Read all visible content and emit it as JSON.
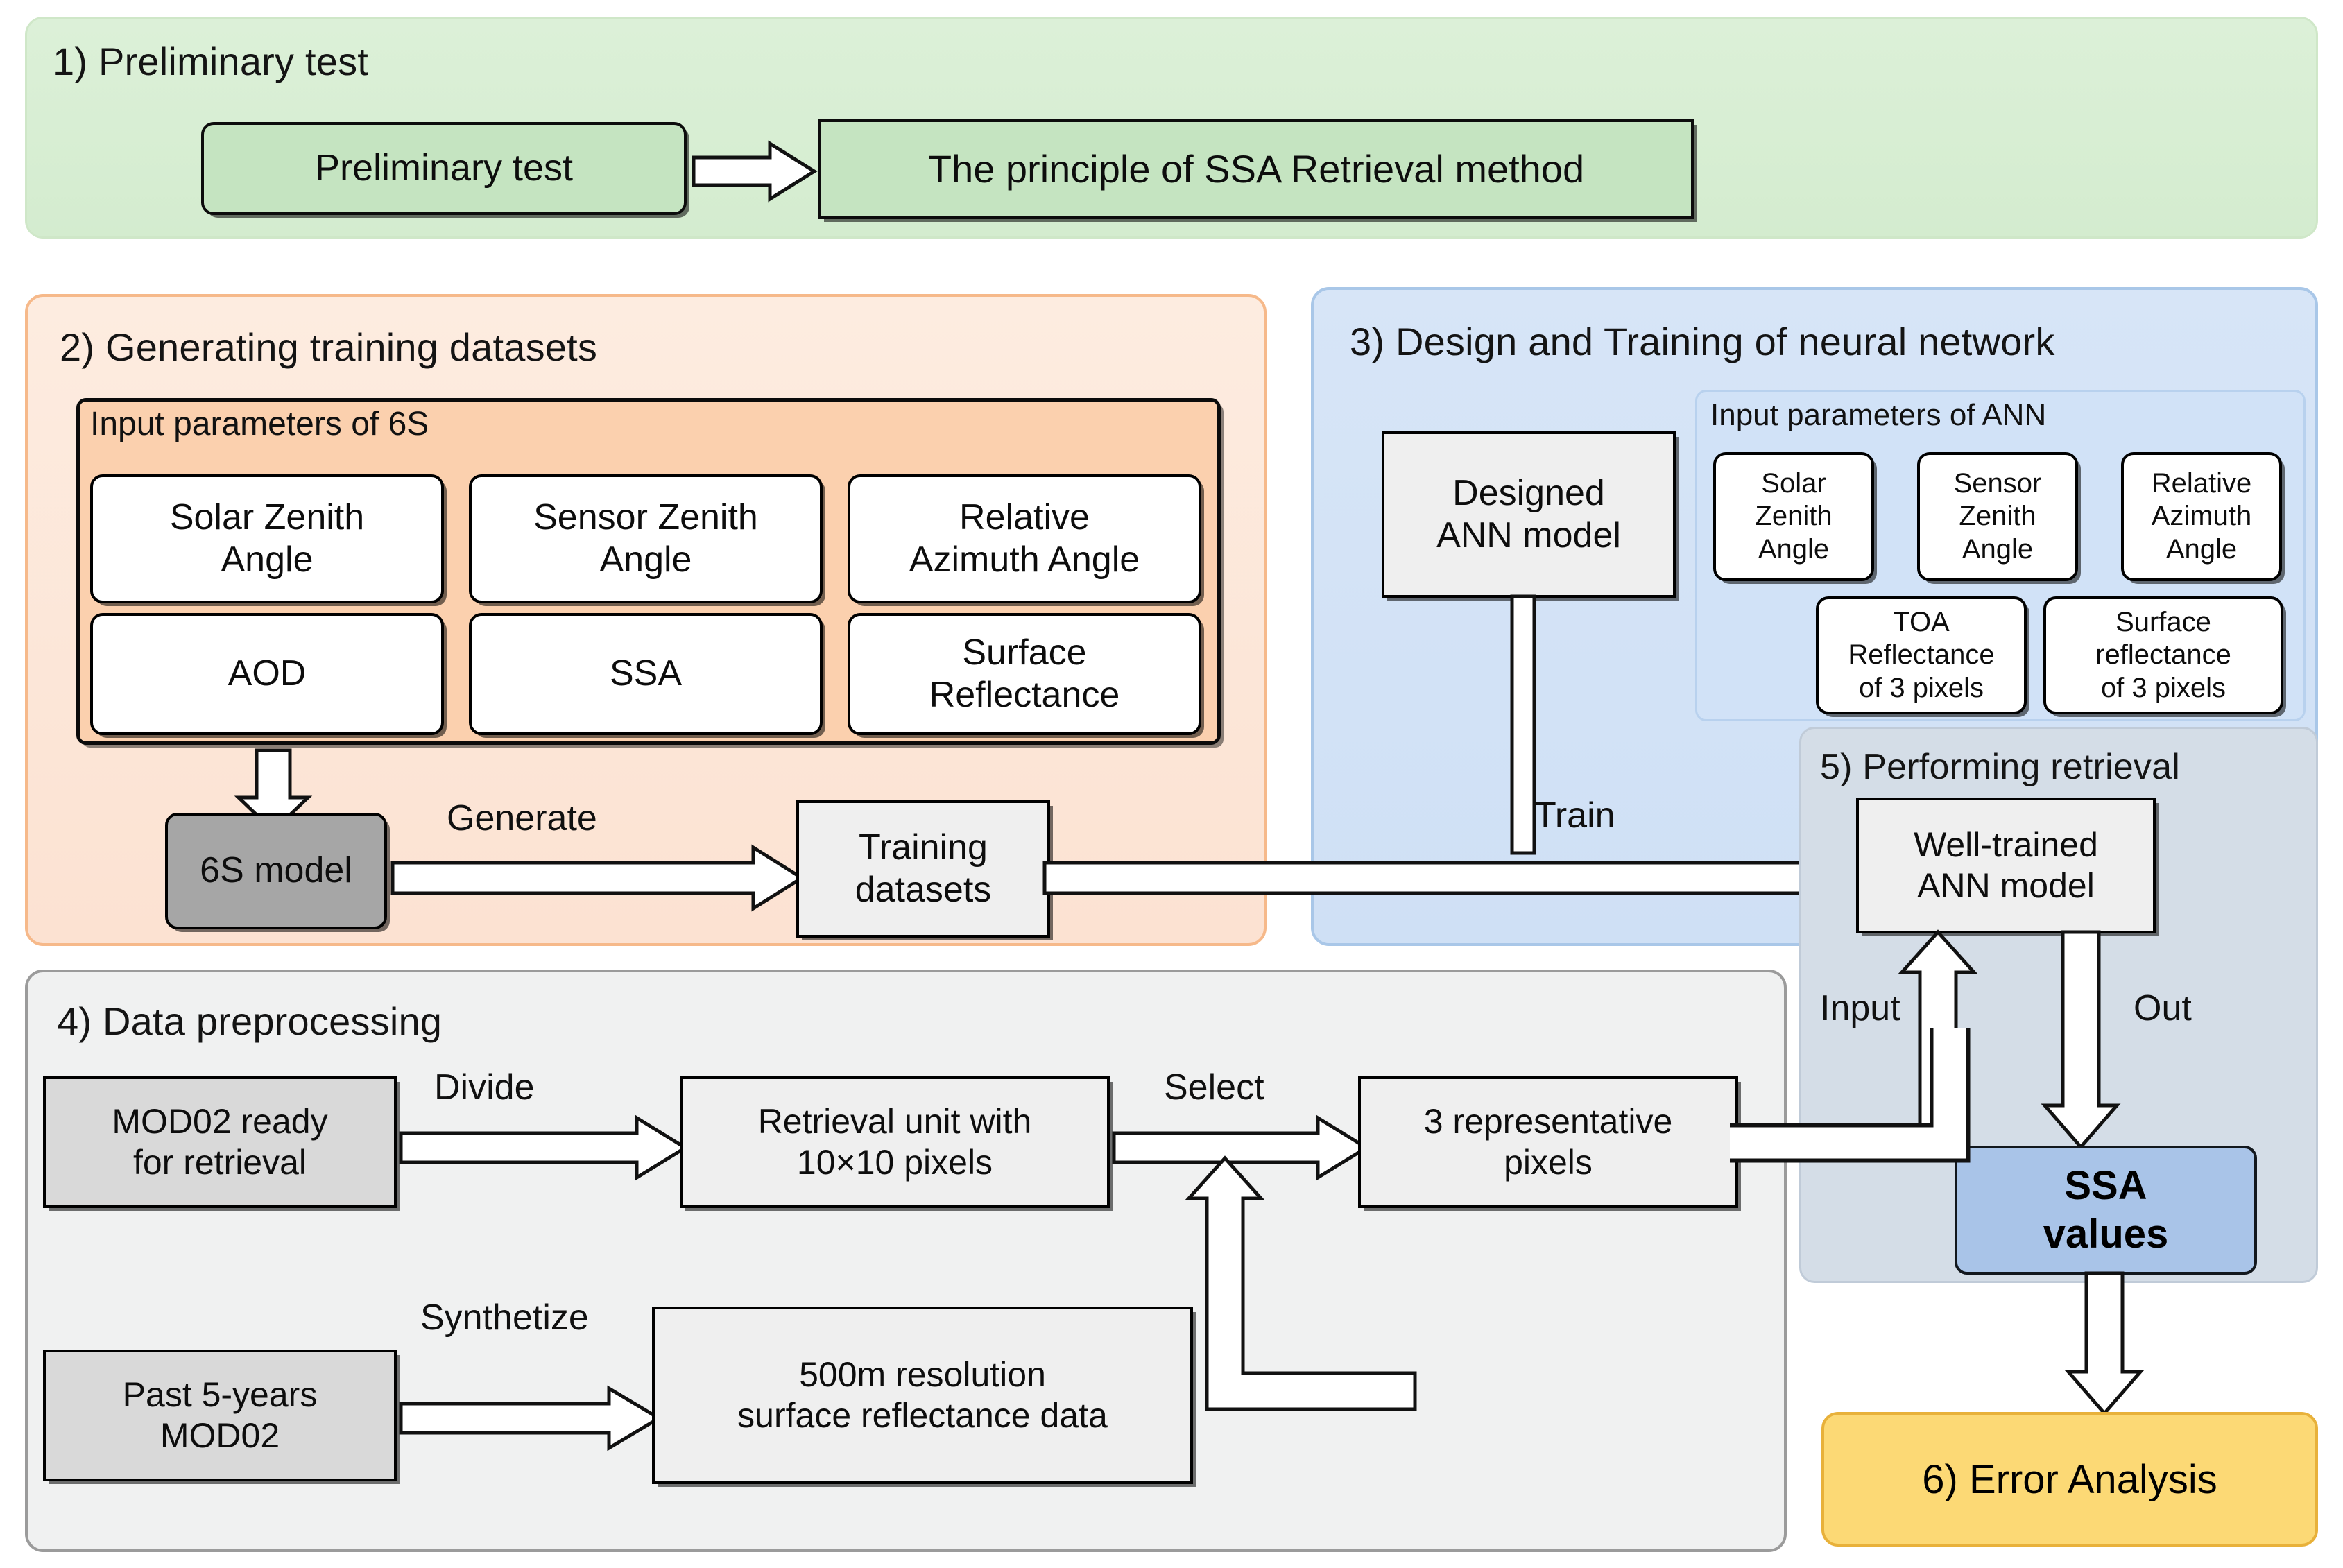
{
  "sections": {
    "s1": {
      "title": "1) Preliminary test"
    },
    "s2": {
      "title": "2) Generating training datasets",
      "group_title": "Input parameters of 6S"
    },
    "s3": {
      "title": "3) Design and Training of neural network",
      "group_title": "Input parameters of ANN"
    },
    "s4": {
      "title": "4) Data preprocessing"
    },
    "s5": {
      "title": "5) Performing retrieval"
    },
    "s6": {
      "title": "6) Error Analysis"
    }
  },
  "nodes": {
    "preliminary_test": "Preliminary test",
    "ssa_principle": "The principle of SSA Retrieval method",
    "sixs_solar_zenith": "Solar Zenith\nAngle",
    "sixs_sensor_zenith": "Sensor Zenith\nAngle",
    "sixs_relative_azimuth": "Relative\nAzimuth Angle",
    "sixs_aod": "AOD",
    "sixs_ssa": "SSA",
    "sixs_surface_reflectance": "Surface\nReflectance",
    "sixs_model": "6S model",
    "training_datasets": "Training\ndatasets",
    "designed_ann": "Designed\nANN model",
    "ann_solar_zenith": "Solar\nZenith\nAngle",
    "ann_sensor_zenith": "Sensor\nZenith\nAngle",
    "ann_relative_azimuth": "Relative\nAzimuth\nAngle",
    "ann_toa_reflectance": "TOA\nReflectance\nof 3 pixels",
    "ann_surface_reflectance": "Surface\nreflectance\nof 3 pixels",
    "well_trained_ann": "Well-trained\nANN model",
    "mod02_ready": "MOD02 ready\nfor retrieval",
    "retrieval_unit": "Retrieval unit with\n10×10 pixels",
    "representative_pixels": "3 representative\npixels",
    "past5_mod02": "Past 5-years\nMOD02",
    "surface_reflectance_500m": "500m resolution\nsurface reflectance data",
    "ssa_values": "SSA\nvalues"
  },
  "arrow_labels": {
    "generate": "Generate",
    "train": "Train",
    "divide": "Divide",
    "select": "Select",
    "synthetize": "Synthetize",
    "input": "Input",
    "out": "Out"
  },
  "colors": {
    "section1_bg": "#d9eed4",
    "section2_bg": "#fce6d5",
    "section2_border": "#f6b98a",
    "section3_bg": "#d3e2f6",
    "section3_border": "#a9c7e8",
    "section4_bg": "#f0f1f1",
    "section4_border": "#9b9b9b",
    "section5_bg": "#d4dde7",
    "group6s_bg": "#fbd0ae",
    "groupann_bg": "#d1e2f7",
    "preliminary_box": "#c5e4c1",
    "sixs_model_box": "#a6a6a6",
    "grey_box": "#d9d9d9",
    "ssa_values_box": "#a9c4e8",
    "error_analysis_box": "#fcd975",
    "error_analysis_border": "#e8b13a"
  }
}
